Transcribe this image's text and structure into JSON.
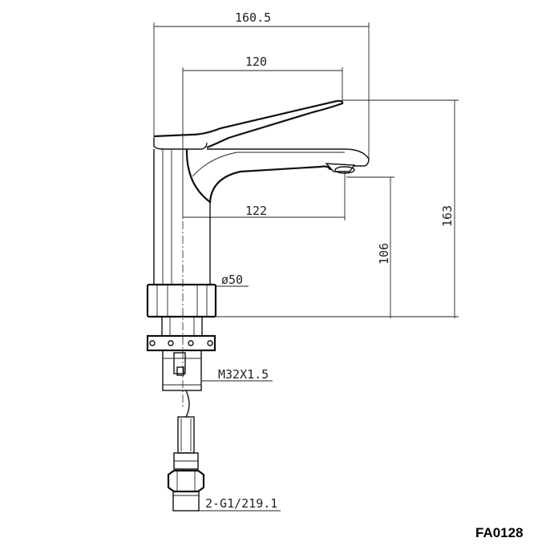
{
  "product_code": "FA0128",
  "dimensions": {
    "total_length": "160.5",
    "handle_length": "120",
    "spout_reach": "122",
    "total_height": "163",
    "spout_height": "106",
    "base_diameter": "ø50",
    "mount_thread": "M32X1.5",
    "hose_connection": "2-G1/219.1"
  },
  "colors": {
    "line": "#111111",
    "background": "#ffffff"
  }
}
